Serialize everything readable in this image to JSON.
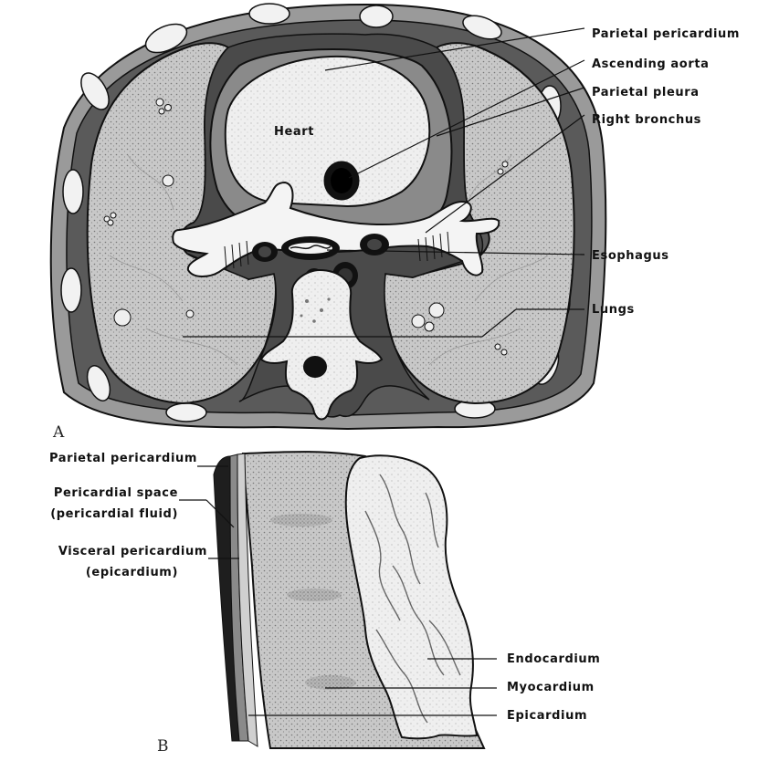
{
  "panel_a": {
    "letter": "A",
    "heart_label": "Heart",
    "labels": {
      "parietal_pericardium": "Parietal pericardium",
      "ascending_aorta": "Ascending aorta",
      "parietal_pleura": "Parietal pleura",
      "right_bronchus": "Right bronchus",
      "esophagus": "Esophagus",
      "lungs": "Lungs"
    }
  },
  "panel_b": {
    "letter": "B",
    "left_labels": {
      "parietal_pericardium": "Parietal pericardium",
      "pericardial_space": "Pericardial space",
      "pericardial_fluid": "(pericardial fluid)",
      "visceral_pericardium": "Visceral pericardium",
      "epicardium_paren": "(epicardium)"
    },
    "right_labels": {
      "endocardium": "Endocardium",
      "myocardium": "Myocardium",
      "epicardium": "Epicardium"
    }
  },
  "colors": {
    "ink": "#111111",
    "lung_fill": "#c4c4c4",
    "dark_tissue": "#4a4a4a",
    "heart_fill": "#e6e6e6",
    "wall_fill": "#9a9a9a"
  }
}
